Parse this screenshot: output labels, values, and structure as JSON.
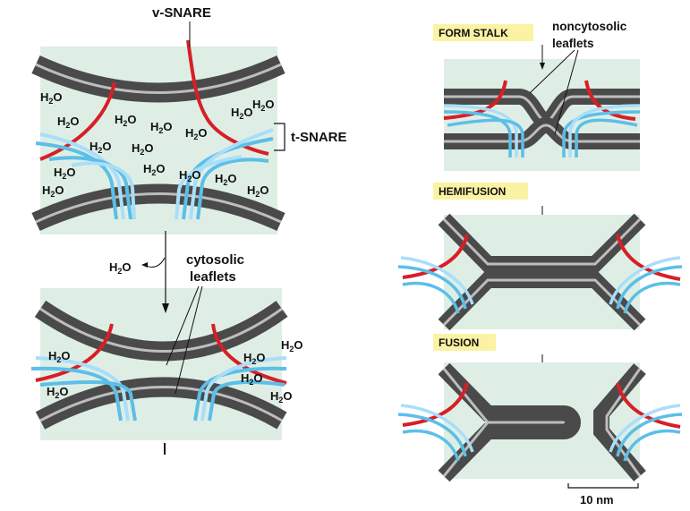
{
  "labels": {
    "v_snare": "v-SNARE",
    "t_snare": "t-SNARE",
    "cytosolic_leaflets": [
      "cytosolic",
      "leaflets"
    ],
    "noncytosolic_leaflets": [
      "noncytosolic",
      "leaflets"
    ],
    "scale_bar": "10 nm"
  },
  "stages": {
    "form_stalk": "FORM STALK",
    "hemifusion": "HEMIFUSION",
    "fusion": "FUSION"
  },
  "water": {
    "base": "H",
    "subscript": "2",
    "suffix": "O"
  },
  "colors": {
    "background_panel": "#dfeee4",
    "membrane_outer": "#4a4a4a",
    "membrane_core": "#bdbdbd",
    "v_snare": "#d71f26",
    "t_snare": "#5bbfe8",
    "t_snare_light": "#a9defa",
    "stage_badge": "#fbf3a3"
  }
}
